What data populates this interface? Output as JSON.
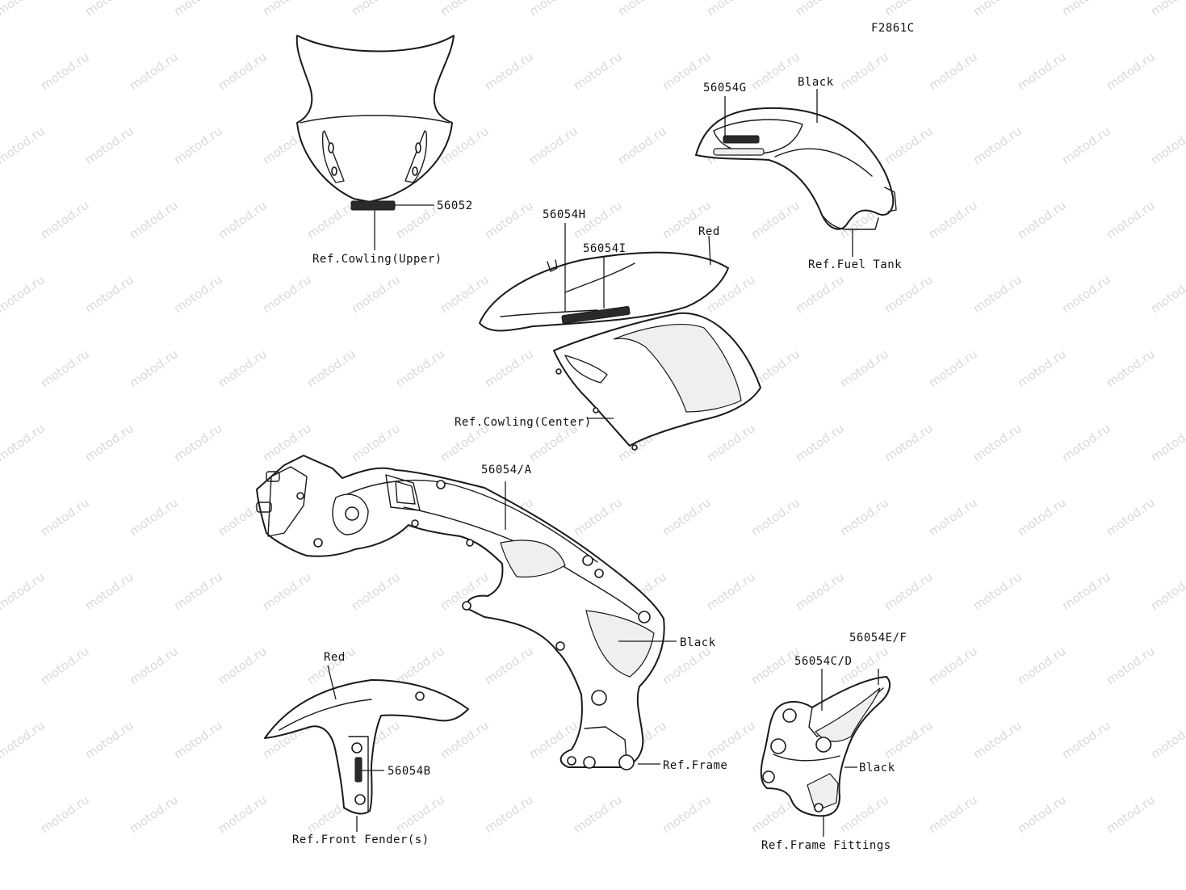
{
  "figure_code": "F2861C",
  "watermark": "motod.ru",
  "callouts": {
    "upper_cowl_part": "56052",
    "upper_cowl_ref": "Ref.Cowling(Upper)",
    "tank_part": "56054G",
    "tank_color": "Black",
    "tank_ref": "Ref.Fuel Tank",
    "center_part_h": "56054H",
    "center_part_i": "56054I",
    "center_color": "Red",
    "center_ref": "Ref.Cowling(Center)",
    "frame_part": "56054/A",
    "frame_color": "Black",
    "frame_ref": "Ref.Frame",
    "fender_color": "Red",
    "fender_part": "56054B",
    "fender_ref": "Ref.Front Fender(s)",
    "fitting_part_ef": "56054E/F",
    "fitting_part_cd": "56054C/D",
    "fitting_color": "Black",
    "fitting_ref": "Ref.Frame Fittings"
  }
}
